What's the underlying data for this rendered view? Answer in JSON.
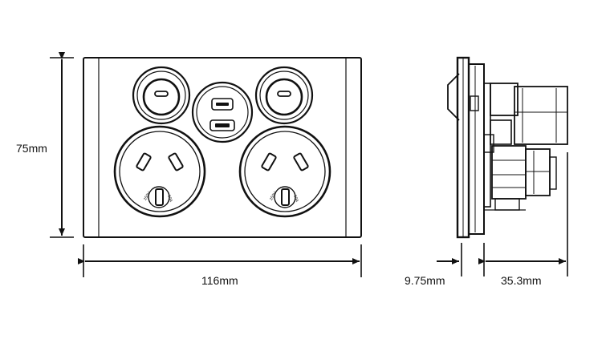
{
  "dimensions": {
    "height": "75mm",
    "width": "116mm",
    "depth_front": "9.75mm",
    "depth_back": "35.3mm"
  },
  "socket_pin_labels": {
    "left_earth_text_a": "250V",
    "left_earth_text_b": "10A",
    "right_earth_text_a": "250V",
    "right_earth_text_b": "10A"
  },
  "colors": {
    "line": "#111111",
    "background": "#ffffff"
  },
  "icons": [
    "power-switch-icon",
    "usb-port-icon",
    "australian-outlet-icon"
  ]
}
